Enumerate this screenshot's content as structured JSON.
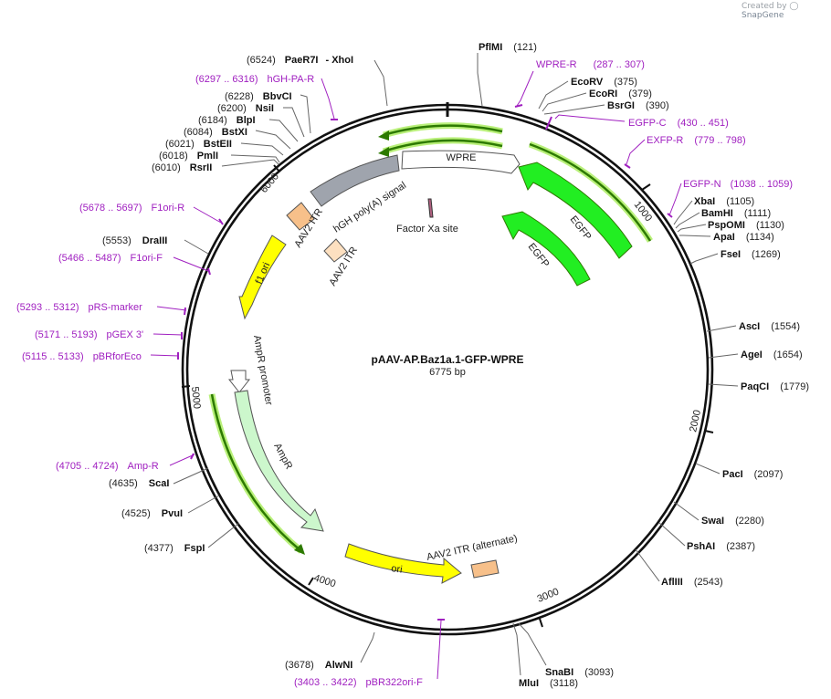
{
  "credit": {
    "text": "Created by",
    "brand": "SnapGene"
  },
  "plasmid": {
    "name": "pAAV-AP.Baz1a.1-GFP-WPRE",
    "size_label": "6775 bp",
    "length": 6775
  },
  "ticks": [
    {
      "pos": 1000,
      "label": "1000"
    },
    {
      "pos": 2000,
      "label": "2000"
    },
    {
      "pos": 3000,
      "label": "3000"
    },
    {
      "pos": 4000,
      "label": "4000"
    },
    {
      "pos": 5000,
      "label": "5000"
    },
    {
      "pos": 6000,
      "label": "6000"
    }
  ],
  "sites": [
    {
      "name": "PflMI",
      "pos": "(121)",
      "side": "right"
    },
    {
      "name": "EcoRV",
      "pos": "(375)",
      "side": "right"
    },
    {
      "name": "EcoRI",
      "pos": "(379)",
      "side": "right"
    },
    {
      "name": "BsrGI",
      "pos": "(390)",
      "side": "right"
    },
    {
      "name": "XbaI",
      "pos": "(1105)",
      "side": "right"
    },
    {
      "name": "BamHI",
      "pos": "(1111)",
      "side": "right"
    },
    {
      "name": "PspOMI",
      "pos": "(1130)",
      "side": "right"
    },
    {
      "name": "ApaI",
      "pos": "(1134)",
      "side": "right"
    },
    {
      "name": "FseI",
      "pos": "(1269)",
      "side": "right"
    },
    {
      "name": "AscI",
      "pos": "(1554)",
      "side": "right"
    },
    {
      "name": "AgeI",
      "pos": "(1654)",
      "side": "right"
    },
    {
      "name": "PaqCI",
      "pos": "(1779)",
      "side": "right"
    },
    {
      "name": "PacI",
      "pos": "(2097)",
      "side": "right"
    },
    {
      "name": "SwaI",
      "pos": "(2280)",
      "side": "right"
    },
    {
      "name": "PshAI",
      "pos": "(2387)",
      "side": "right"
    },
    {
      "name": "AflIII",
      "pos": "(2543)",
      "side": "right"
    },
    {
      "name": "SnaBI",
      "pos": "(3093)",
      "side": "right"
    },
    {
      "name": "MluI",
      "pos": "(3118)",
      "side": "right"
    },
    {
      "name": "AlwNI",
      "pos": "(3678)",
      "side": "left"
    },
    {
      "name": "FspI",
      "pos": "(4377)",
      "side": "left"
    },
    {
      "name": "PvuI",
      "pos": "(4525)",
      "side": "left"
    },
    {
      "name": "ScaI",
      "pos": "(4635)",
      "side": "left"
    },
    {
      "name": "DraIII",
      "pos": "(5553)",
      "side": "left"
    },
    {
      "name": "RsrII",
      "pos": "(6010)",
      "side": "left"
    },
    {
      "name": "PmlI",
      "pos": "(6018)",
      "side": "left"
    },
    {
      "name": "BstEII",
      "pos": "(6021)",
      "side": "left"
    },
    {
      "name": "BstXI",
      "pos": "(6084)",
      "side": "left"
    },
    {
      "name": "BlpI",
      "pos": "(6184)",
      "side": "left"
    },
    {
      "name": "NsiI",
      "pos": "(6200)",
      "side": "left"
    },
    {
      "name": "BbvCI",
      "pos": "(6228)",
      "side": "left"
    },
    {
      "name": "PaeR7I",
      "pos": "(6524)",
      "side": "left",
      "extra": "- XhoI"
    }
  ],
  "primers": [
    {
      "name": "WPRE-R",
      "range": "(287 .. 307)"
    },
    {
      "name": "EGFP-C",
      "range": "(430 .. 451)"
    },
    {
      "name": "EXFP-R",
      "range": "(779 .. 798)"
    },
    {
      "name": "EGFP-N",
      "range": "(1038 .. 1059)"
    },
    {
      "name": "pBR322ori-F",
      "range": "(3403 .. 3422)"
    },
    {
      "name": "Amp-R",
      "range": "(4705 .. 4724)"
    },
    {
      "name": "pBRforEco",
      "range": "(5115 .. 5133)"
    },
    {
      "name": "pGEX 3'",
      "range": "(5171 .. 5193)"
    },
    {
      "name": "pRS-marker",
      "range": "(5293 .. 5312)"
    },
    {
      "name": "F1ori-F",
      "range": "(5466 .. 5487)"
    },
    {
      "name": "F1ori-R",
      "range": "(5678 .. 5697)"
    },
    {
      "name": "hGH-PA-R",
      "range": "(6297 .. 6316)"
    }
  ],
  "features": [
    {
      "name": "WPRE",
      "color": "#ffffff"
    },
    {
      "name": "EGFP",
      "color": "#22ee22"
    },
    {
      "name": "EGFP",
      "color": "#22ee22"
    },
    {
      "name": "hGH poly(A) signal",
      "color": "#9fa4ad"
    },
    {
      "name": "AAV2 ITR",
      "color": "#f7c08a"
    },
    {
      "name": "AAV2 ITR",
      "color": "#fde0c0"
    },
    {
      "name": "Factor Xa site",
      "color": "#b06080"
    },
    {
      "name": "f1 ori",
      "color": "#ffff00"
    },
    {
      "name": "AmpR promoter",
      "color": "#ffffff"
    },
    {
      "name": "AmpR",
      "color": "#ccf7cc"
    },
    {
      "name": "ori",
      "color": "#ffff00"
    },
    {
      "name": "AAV2 ITR (alternate)",
      "color": "#f7c08a"
    }
  ],
  "colors": {
    "primer": "#a020c0",
    "backbone": "#111111",
    "orf_green": "#2d7a00"
  }
}
